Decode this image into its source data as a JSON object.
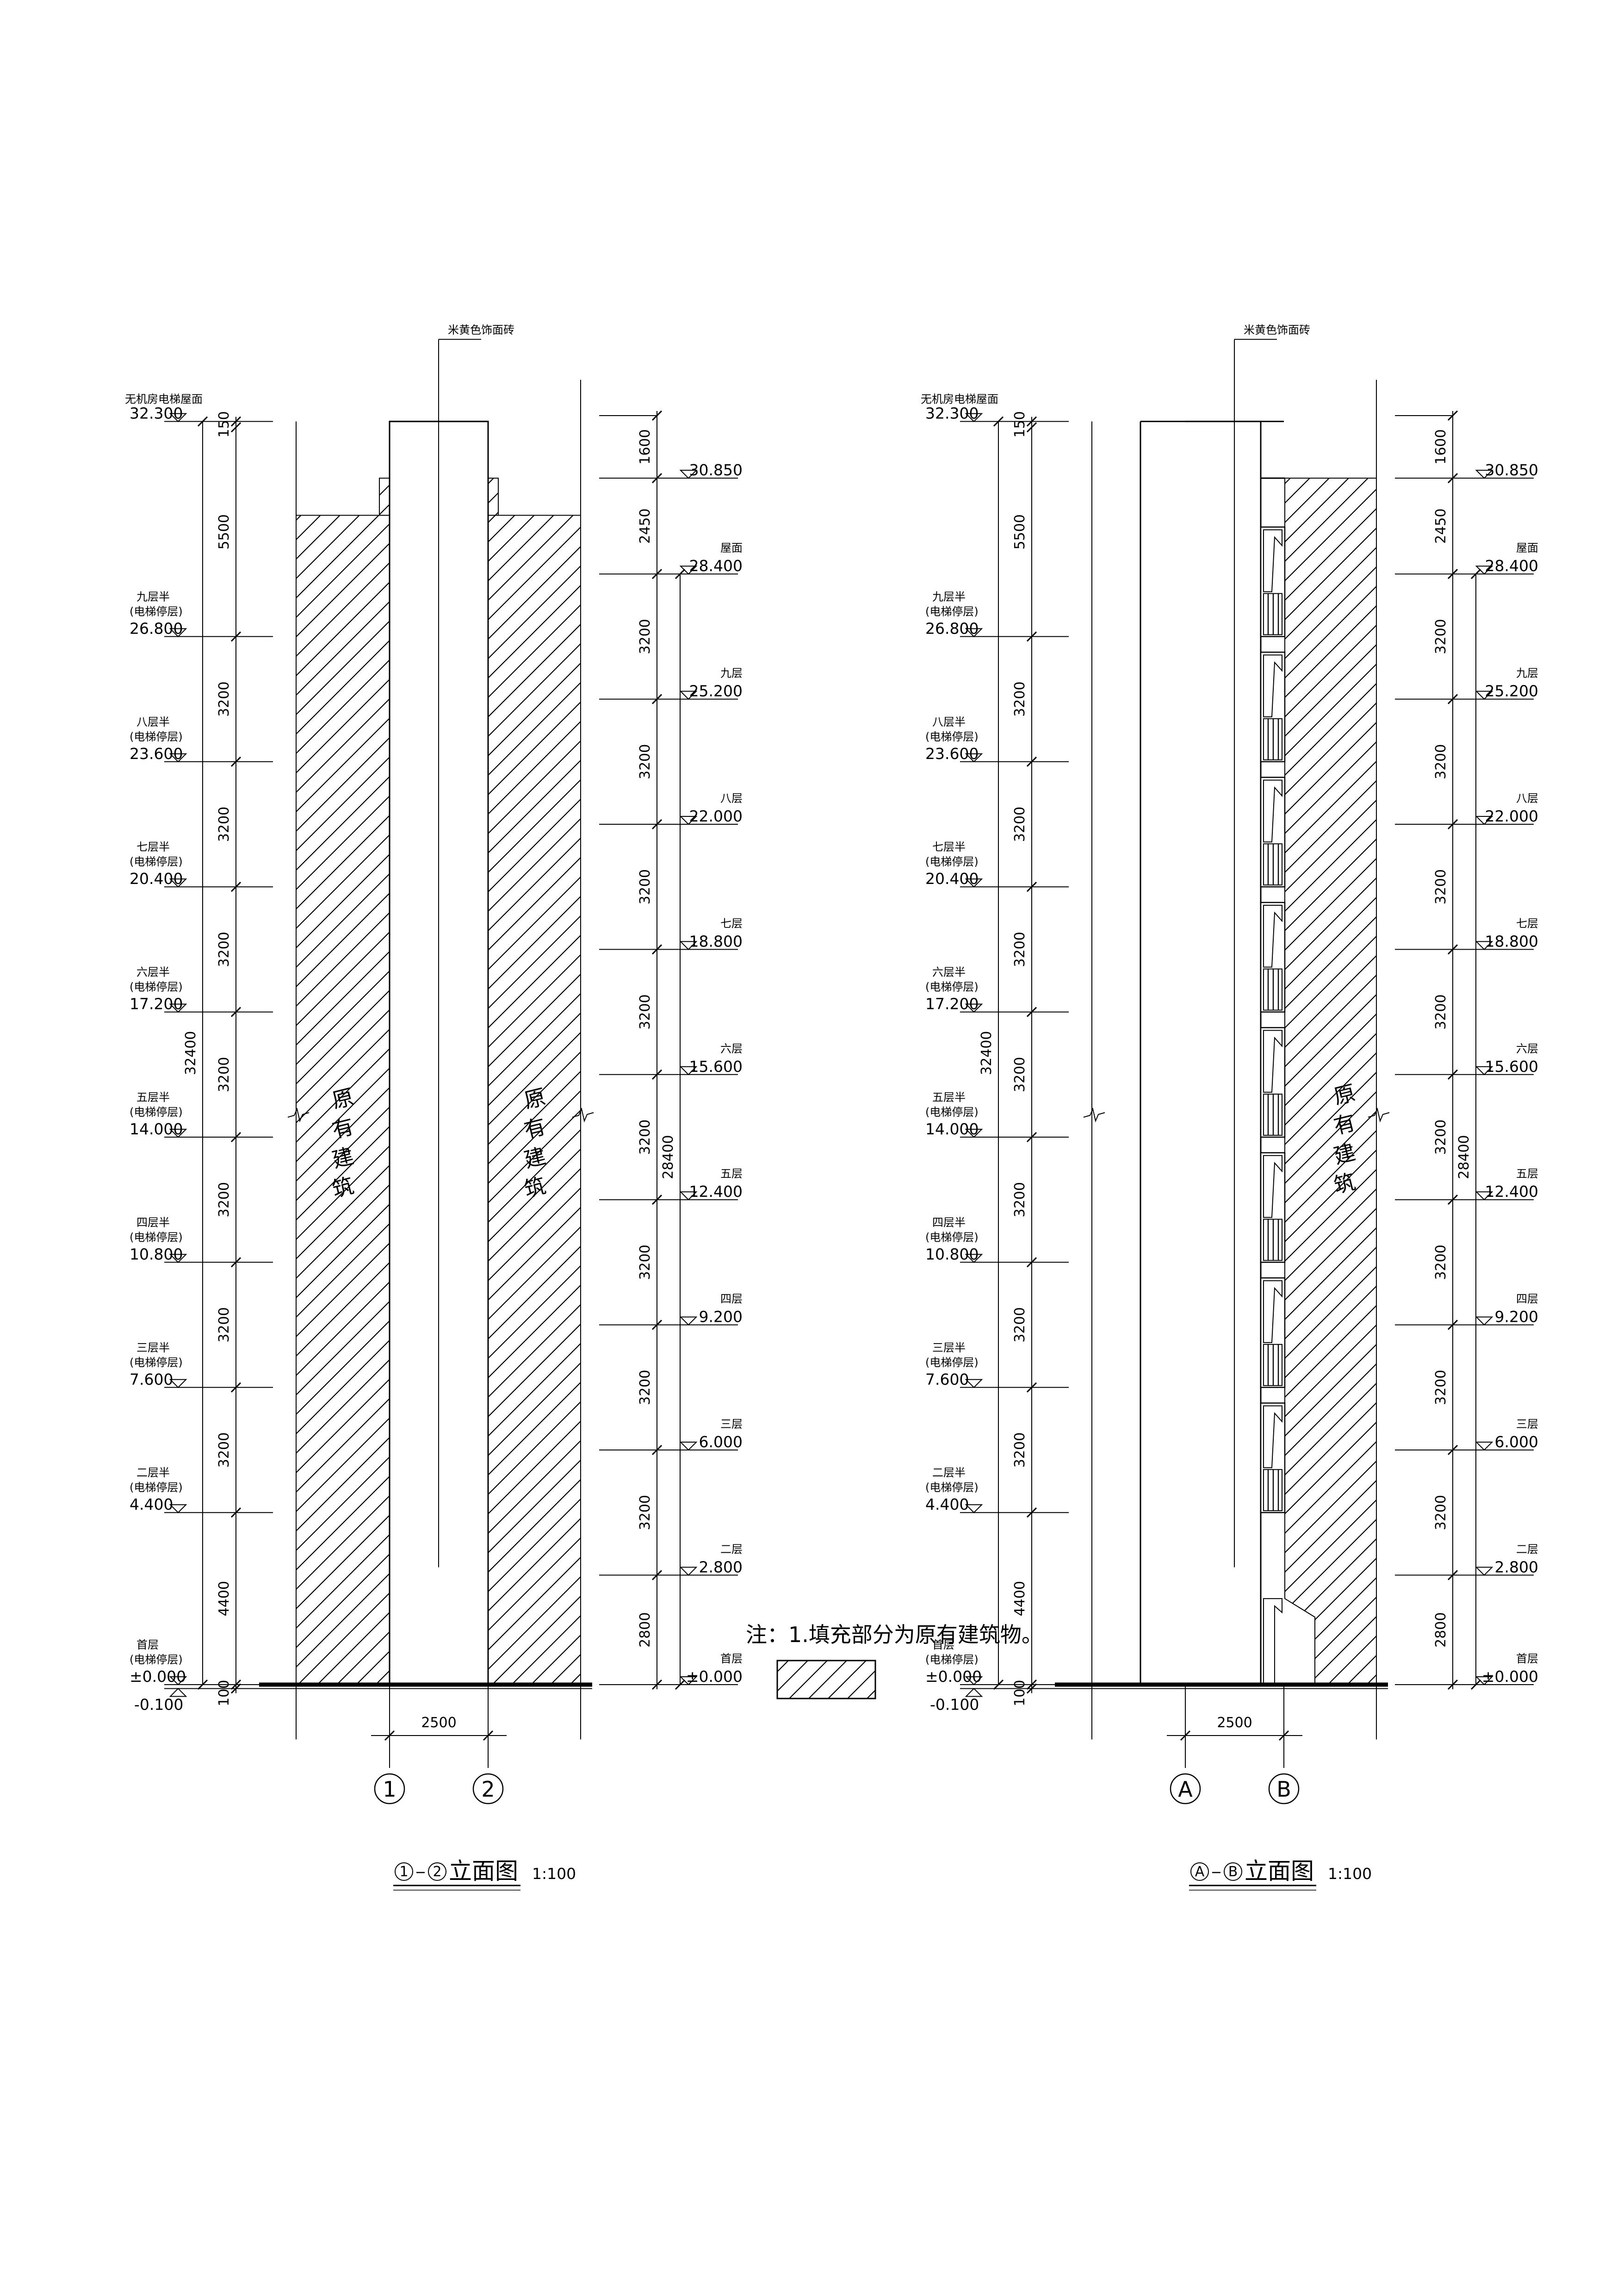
{
  "drawing": {
    "finish_note": "米黄色饰面砖",
    "roof_label": "无机房电梯屋面",
    "existing_building_text": "原有建筑",
    "top_elevation": "32.300",
    "bottom_elevation": "-0.100",
    "left_levels": [
      {
        "line1": "首层",
        "line2": "(电梯停层)",
        "elev": "±0.000"
      },
      {
        "line1": "二层半",
        "line2": "(电梯停层)",
        "elev": "4.400"
      },
      {
        "line1": "三层半",
        "line2": "(电梯停层)",
        "elev": "7.600"
      },
      {
        "line1": "四层半",
        "line2": "(电梯停层)",
        "elev": "10.800"
      },
      {
        "line1": "五层半",
        "line2": "(电梯停层)",
        "elev": "14.000"
      },
      {
        "line1": "六层半",
        "line2": "(电梯停层)",
        "elev": "17.200"
      },
      {
        "line1": "七层半",
        "line2": "(电梯停层)",
        "elev": "20.400"
      },
      {
        "line1": "八层半",
        "line2": "(电梯停层)",
        "elev": "23.600"
      },
      {
        "line1": "九层半",
        "line2": "(电梯停层)",
        "elev": "26.800"
      }
    ],
    "left_dims": [
      "100",
      "4400",
      "3200",
      "3200",
      "3200",
      "3200",
      "3200",
      "3200",
      "3200",
      "5500",
      "150"
    ],
    "left_total": "32400",
    "right_levels": [
      {
        "label": "首层",
        "elev": "±0.000"
      },
      {
        "label": "二层",
        "elev": "2.800"
      },
      {
        "label": "三层",
        "elev": "6.000"
      },
      {
        "label": "四层",
        "elev": "9.200"
      },
      {
        "label": "五层",
        "elev": "12.400"
      },
      {
        "label": "六层",
        "elev": "15.600"
      },
      {
        "label": "七层",
        "elev": "18.800"
      },
      {
        "label": "八层",
        "elev": "22.000"
      },
      {
        "label": "九层",
        "elev": "25.200"
      },
      {
        "label": "屋面",
        "elev": "28.400"
      },
      {
        "label": "",
        "elev": "30.850"
      }
    ],
    "right_dims": [
      "2800",
      "3200",
      "3200",
      "3200",
      "3200",
      "3200",
      "3200",
      "3200",
      "3200",
      "2450",
      "1600"
    ],
    "right_total": "28400",
    "width_dim": "2500"
  },
  "views": [
    {
      "axis_a": "1",
      "axis_b": "2",
      "title": "立面图",
      "scale": "1:100"
    },
    {
      "axis_a": "A",
      "axis_b": "B",
      "title": "立面图",
      "scale": "1:100"
    }
  ],
  "note": {
    "text": "注：1.填充部分为原有建筑物。"
  }
}
